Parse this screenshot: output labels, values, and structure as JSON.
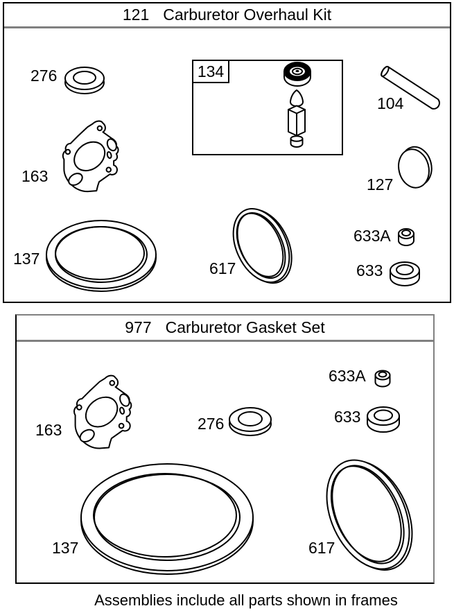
{
  "frame1": {
    "number": "121",
    "title": "Carburetor Overhaul Kit",
    "inset_box": {
      "number": "134"
    },
    "labels": {
      "p276": "276",
      "p163": "163",
      "p137": "137",
      "p104": "104",
      "p127": "127",
      "p617": "617",
      "p633a": "633A",
      "p633": "633"
    }
  },
  "frame2": {
    "number": "977",
    "title": "Carburetor Gasket Set",
    "labels": {
      "p163": "163",
      "p276": "276",
      "p633a": "633A",
      "p633": "633",
      "p137": "137",
      "p617": "617"
    }
  },
  "caption": "Assemblies include all parts shown in frames",
  "colors": {
    "background": "#ffffff",
    "line": "#000000",
    "separator": "#808080"
  }
}
